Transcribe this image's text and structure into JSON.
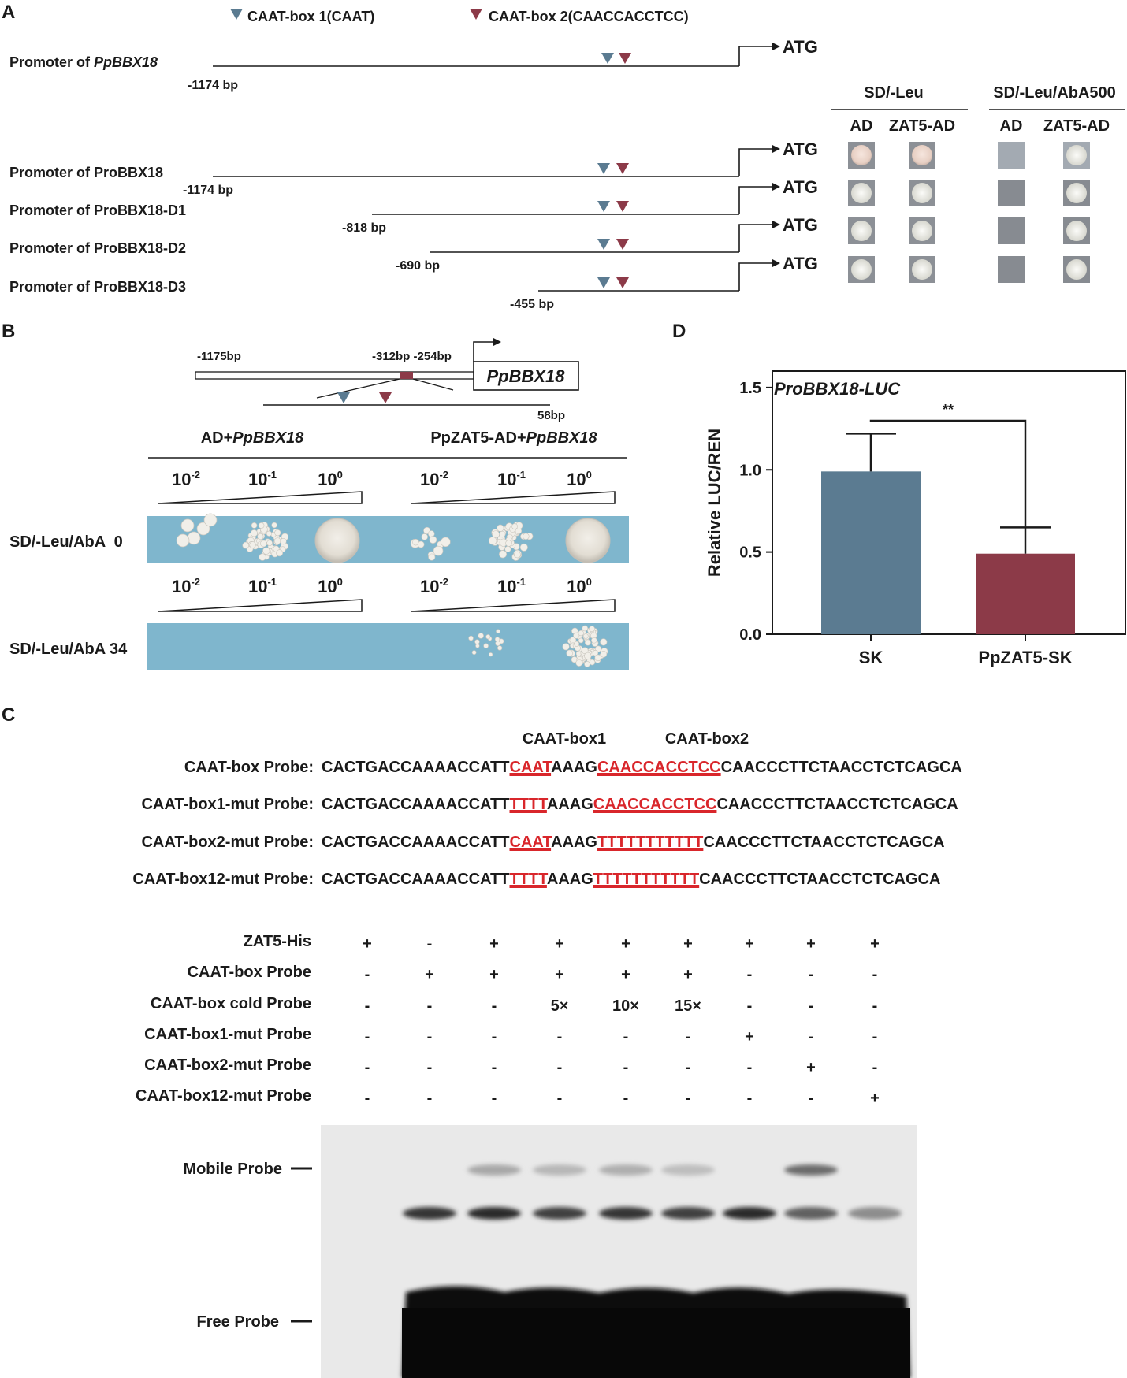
{
  "colors": {
    "blue": "#5b7b91",
    "red": "#8c3a48",
    "plate": "#7fb6cd",
    "mut": "#d9262b",
    "ink": "#1a1a1a"
  },
  "panelA": {
    "label": "A",
    "legend": {
      "box1": "CAAT-box 1(CAAT)",
      "box2": "CAAT-box 2(CAACCACCTCC)"
    },
    "top_promoter": {
      "prefix": "Promoter of ",
      "gene": "PpBBX18",
      "bp": "-1174 bp"
    },
    "atg": "ATG",
    "headers": {
      "sd_leu": "SD/-Leu",
      "sd_aba": "SD/-Leu/AbA500",
      "ad": "AD",
      "zat5ad": "ZAT5-AD"
    },
    "promoters": [
      {
        "name": "Promoter of ProBBX18",
        "bp": "-1174 bp"
      },
      {
        "name": "Promoter of ProBBX18-D1",
        "bp": "-818 bp"
      },
      {
        "name": "Promoter of ProBBX18-D2",
        "bp": "-690 bp"
      },
      {
        "name": "Promoter of ProBBX18-D3",
        "bp": "-455 bp"
      }
    ]
  },
  "panelB": {
    "label": "B",
    "pos_start": "-1175bp",
    "pos_mid": "-312bp -254bp",
    "pos_end": "58bp",
    "gene": "PpBBX18",
    "group1": {
      "prefix": "AD+",
      "gene": "PpBBX18"
    },
    "group2": {
      "prefix": "PpZAT5-AD+",
      "gene": "PpBBX18"
    },
    "dilution_base": "10",
    "dilution_exps": [
      "-2",
      "-1",
      "0"
    ],
    "rows": [
      "SD/-Leu/AbA  0",
      "SD/-Leu/AbA 34"
    ]
  },
  "panelC": {
    "label": "C",
    "box_labels": [
      "CAAT-box1",
      "CAAT-box2"
    ],
    "probes": [
      {
        "name": "CAAT-box Probe:",
        "pre": "CACTGACCAAAACCATT",
        "m1": "CAAT",
        "mid": "AAAG",
        "m2": "CAACCACCTCC",
        "post": "CAACCCTTCTAACCTCTCAGCA"
      },
      {
        "name": "CAAT-box1-mut Probe:",
        "pre": "CACTGACCAAAACCATT",
        "m1": "TTTT",
        "mid": "AAAG",
        "m2": "CAACCACCTCC",
        "post": "CAACCCTTCTAACCTCTCAGCA"
      },
      {
        "name": "CAAT-box2-mut Probe:",
        "pre": "CACTGACCAAAACCATT",
        "m1": "CAAT",
        "mid": "AAAG",
        "m2": "TTTTTTTTTTT",
        "post": "CAACCCTTCTAACCTCTCAGCA"
      },
      {
        "name": "CAAT-box12-mut Probe:",
        "pre": "CACTGACCAAAACCATT",
        "m1": "TTTT",
        "mid": "AAAG",
        "m2": "TTTTTTTTTTT",
        "post": "CAACCCTTCTAACCTCTCAGCA"
      }
    ],
    "table": [
      {
        "name": "ZAT5-His",
        "cells": [
          "+",
          "-",
          "+",
          "+",
          "+",
          "+",
          "+",
          "+",
          "+"
        ]
      },
      {
        "name": "CAAT-box Probe",
        "cells": [
          "-",
          "+",
          "+",
          "+",
          "+",
          "+",
          "-",
          "-",
          "-"
        ]
      },
      {
        "name": "CAAT-box cold Probe",
        "cells": [
          "-",
          "-",
          "-",
          "5×",
          "10×",
          "15×",
          "-",
          "-",
          "-"
        ]
      },
      {
        "name": "CAAT-box1-mut Probe",
        "cells": [
          "-",
          "-",
          "-",
          "-",
          "-",
          "-",
          "+",
          "-",
          "-"
        ]
      },
      {
        "name": "CAAT-box2-mut Probe",
        "cells": [
          "-",
          "-",
          "-",
          "-",
          "-",
          "-",
          "-",
          "+",
          "-"
        ]
      },
      {
        "name": "CAAT-box12-mut Probe",
        "cells": [
          "-",
          "-",
          "-",
          "-",
          "-",
          "-",
          "-",
          "-",
          "+"
        ]
      }
    ],
    "gel": {
      "mobile": "Mobile Probe",
      "free": "Free Probe",
      "mobile_intensity": [
        0,
        0,
        0.45,
        0.35,
        0.4,
        0.3,
        0,
        0.85,
        0
      ]
    }
  },
  "chart_data": {
    "type": "bar",
    "panel_label": "D",
    "title": "ProBBX18-LUC",
    "ylabel": "Relative LUC/REN",
    "categories": [
      "SK",
      "PpZAT5-SK"
    ],
    "values": [
      0.99,
      0.49
    ],
    "errors": [
      0.23,
      0.16
    ],
    "ylim": [
      0,
      1.6
    ],
    "yticks": [
      "0.0",
      "0.5",
      "1.0",
      "1.5"
    ],
    "significance": "**",
    "colors": [
      "#5b7b91",
      "#8c3a48"
    ]
  }
}
